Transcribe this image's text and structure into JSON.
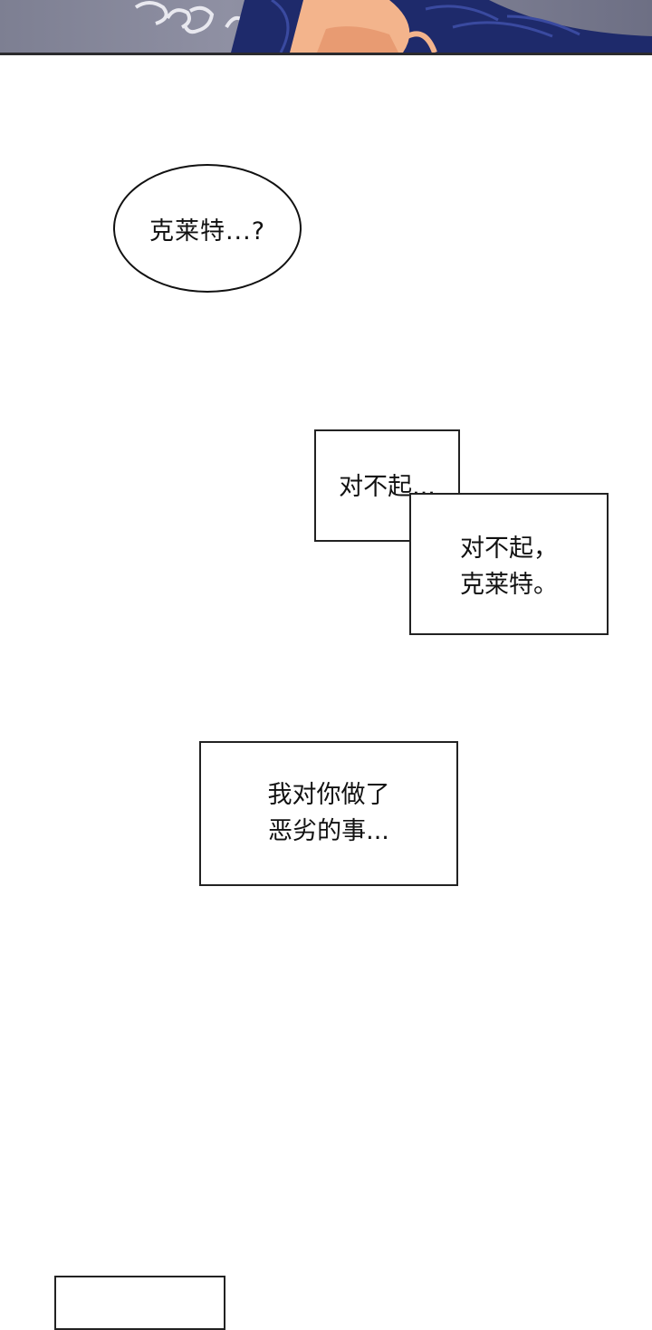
{
  "top_panel": {
    "description_icon": "manga-art-panel"
  },
  "speech_bubble": {
    "text": "克莱特...?"
  },
  "narration_1": {
    "text": "对不起..."
  },
  "narration_2": {
    "line1": "对不起，",
    "line2": "克莱特。"
  },
  "narration_3": {
    "line1": "我对你做了",
    "line2": "恶劣的事..."
  },
  "colors": {
    "hair": "#1e2a6b",
    "skin": "#f3b48c",
    "panel_bg": "#8a8b9e"
  }
}
